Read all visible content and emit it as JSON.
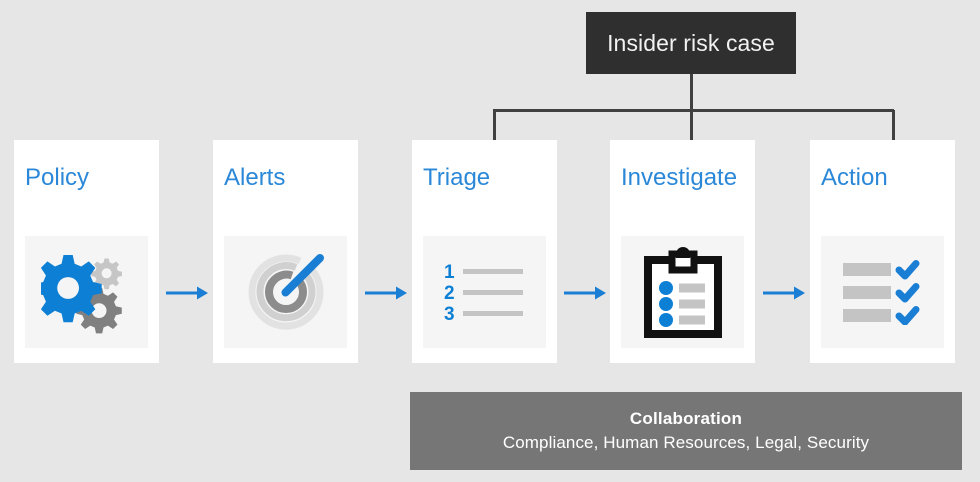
{
  "diagram": {
    "title_box": {
      "label": "Insider risk case",
      "bg_color": "#2f2f2f",
      "text_color": "#f2f2f2"
    },
    "connector": {
      "line_color": "#404040",
      "spans": [
        "Triage",
        "Investigate",
        "Action"
      ]
    },
    "stages": [
      {
        "label": "Policy",
        "icon": "gears-icon",
        "card_bg": "#ffffff",
        "label_color": "#2b88d8"
      },
      {
        "label": "Alerts",
        "icon": "radar-icon",
        "card_bg": "#ffffff",
        "label_color": "#2b88d8"
      },
      {
        "label": "Triage",
        "icon": "numbered-list-icon",
        "card_bg": "#ffffff",
        "label_color": "#2b88d8"
      },
      {
        "label": "Investigate",
        "icon": "clipboard-icon",
        "card_bg": "#ffffff",
        "label_color": "#2b88d8"
      },
      {
        "label": "Action",
        "icon": "checklist-icon",
        "card_bg": "#ffffff",
        "label_color": "#2b88d8"
      }
    ],
    "arrows": {
      "icon": "arrow-right-icon",
      "color": "#1a7fd4",
      "count": 4
    },
    "collaboration": {
      "title": "Collaboration",
      "subtitle": "Compliance, Human Resources, Legal, Security",
      "bg_color": "#767676",
      "text_color": "#ffffff"
    },
    "palette": {
      "background": "#e6e6e6",
      "accent_blue": "#0d7fd4",
      "icon_gray": "#c8c8c8",
      "icon_dark_gray": "#808080"
    }
  }
}
